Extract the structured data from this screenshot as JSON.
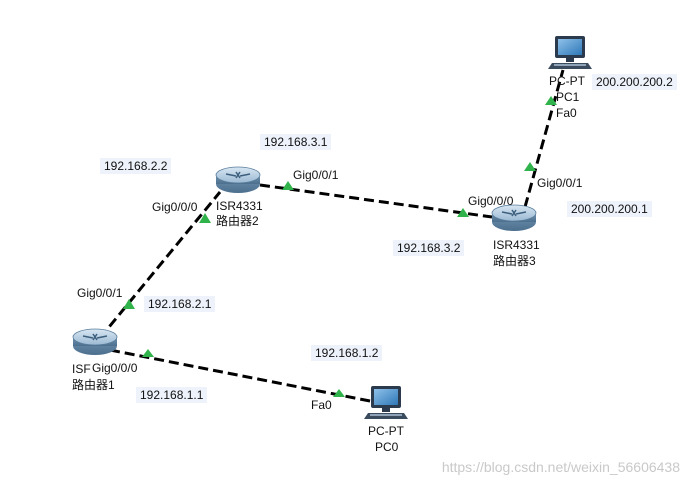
{
  "devices": {
    "router1": {
      "model_label": "ISF",
      "name": "路由器1"
    },
    "router2": {
      "model_label": "ISR4331",
      "name": "路由器2"
    },
    "router3": {
      "model_label": "ISR4331",
      "name": "路由器3"
    },
    "pc0": {
      "model_label": "PC-PT",
      "name": "PC0"
    },
    "pc1": {
      "model_label": "PC-PT",
      "name": "PC1"
    }
  },
  "interfaces": {
    "r1_to_r2": "Gig0/0/1",
    "r1_to_pc0": "Gig0/0/0",
    "r2_to_r1": "Gig0/0/0",
    "r2_to_r3": "Gig0/0/1",
    "r3_to_r2": "Gig0/0/0",
    "r3_to_pc1": "Gig0/0/1",
    "pc0_fa": "Fa0",
    "pc1_fa": "Fa0"
  },
  "addresses": {
    "r2_lan_22": "192.168.2.2",
    "r1_lan_21": "192.168.2.1",
    "r2_lan_31": "192.168.3.1",
    "r3_lan_32": "192.168.3.2",
    "r1_lan_11": "192.168.1.1",
    "pc0_lan_12": "192.168.1.2",
    "r3_wan": "200.200.200.1",
    "pc1_wan": "200.200.200.2"
  },
  "watermark": "https://blog.csdn.net/weixin_56606438",
  "colors": {
    "link": "#000000",
    "link_up": "#2fb34a",
    "router_body": "#7fa8c8",
    "pc_screen": "#4a90c8"
  }
}
